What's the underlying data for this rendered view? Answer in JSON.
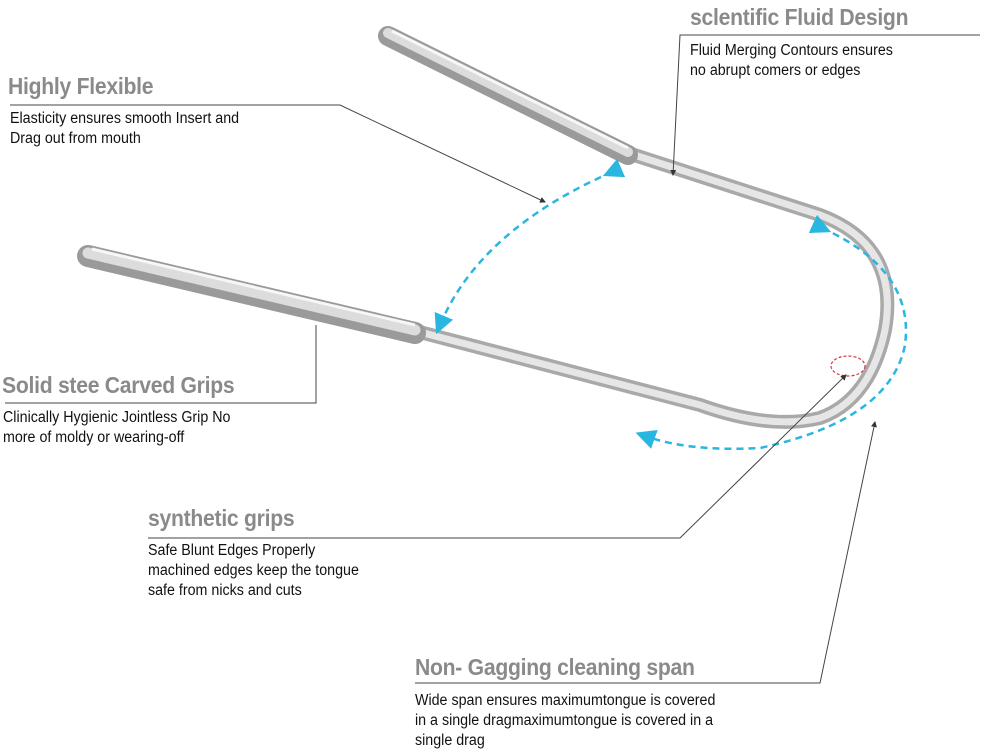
{
  "callouts": {
    "scientific": {
      "title": "sclentific Fluid Design",
      "lines": [
        "Fluid Merging Contours ensures",
        "no abrupt comers or edges"
      ]
    },
    "flexible": {
      "title": "Highly Flexible",
      "lines": [
        "Elasticity ensures smooth Insert and",
        "Drag out from mouth"
      ]
    },
    "grips": {
      "title": "Solid stee Carved Grips",
      "lines": [
        "Clinically Hygienic Jointless Grip No",
        "more of moldy or wearing-off"
      ]
    },
    "synthetic": {
      "title": "synthetic grips",
      "lines": [
        "Safe Blunt Edges Properly",
        "machined edges keep the tongue",
        "safe from nicks and cuts"
      ]
    },
    "span": {
      "title": "Non- Gagging cleaning span",
      "lines": [
        "Wide span ensures maximumtongue is covered",
        "in a single dragmaximumtongue is covered in a",
        "single drag"
      ]
    }
  },
  "colors": {
    "heading": "#8a8a8a",
    "arrow": "#29b6e0",
    "highlight": "#d9363e"
  }
}
